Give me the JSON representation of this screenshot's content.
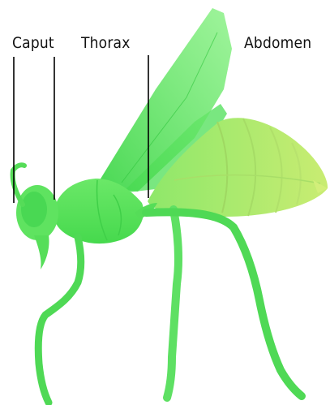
{
  "labels": {
    "caput": "Caput",
    "thorax": "Thorax",
    "abdomen": "Abdomen"
  },
  "colors": {
    "body_green": "#5fe05a",
    "wing_green": "#4cd94f",
    "abdomen_yellow_green": "#b6e56a",
    "leader_line": "#000000"
  }
}
